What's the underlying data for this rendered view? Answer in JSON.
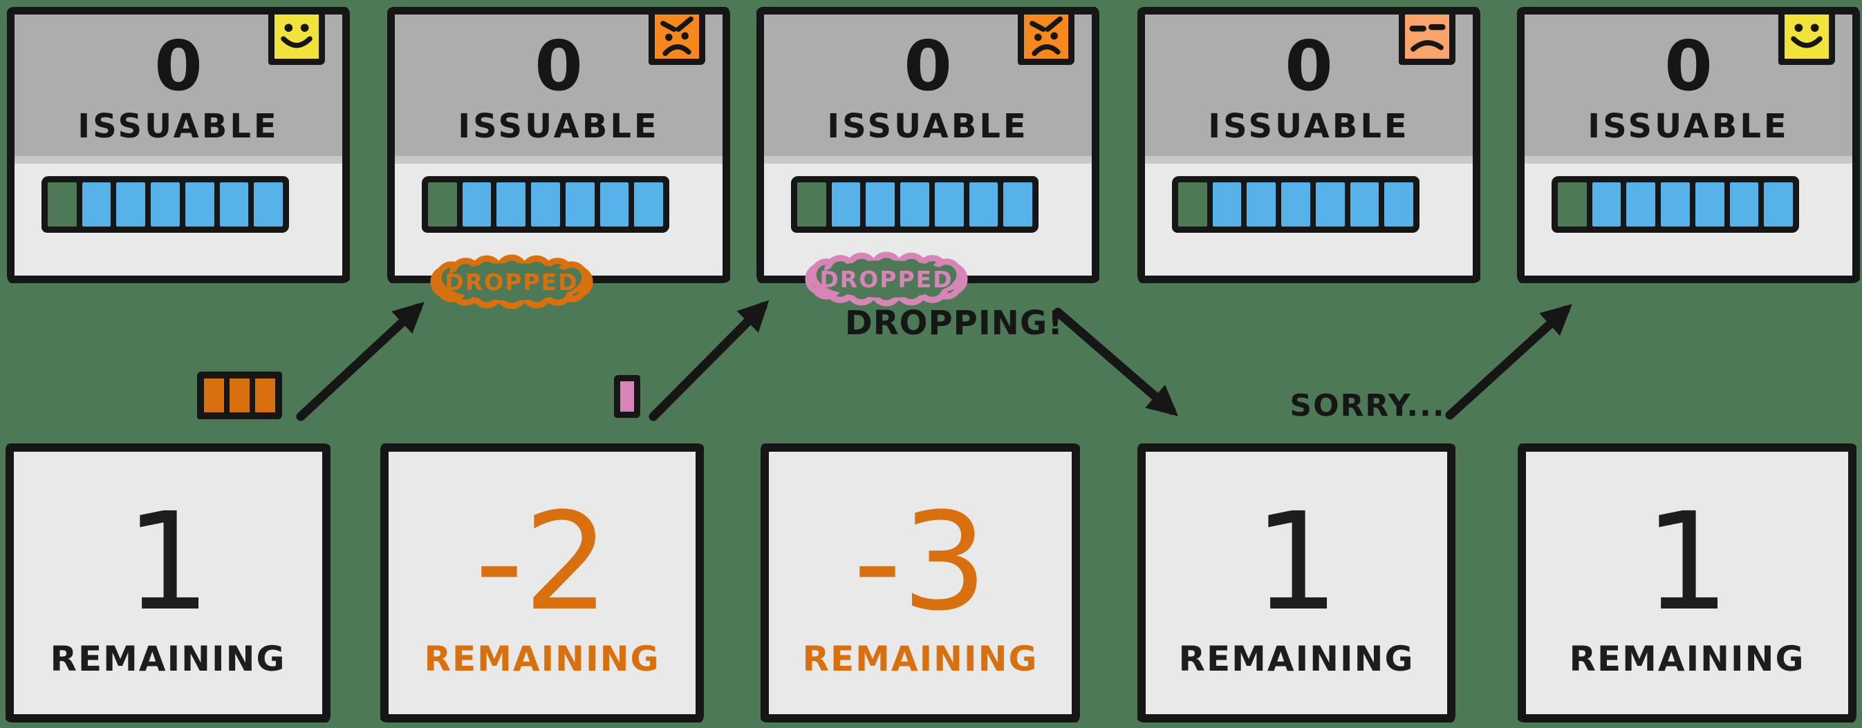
{
  "background_color": "#4d7956",
  "colors": {
    "ink_black": "#161616",
    "card_light_gray": "#e9e9e9",
    "card_top_gray": "#adadad",
    "bar_blue": "#57b2e9",
    "face_yellow": "#f2e33c",
    "face_orange": "#f6881e",
    "face_salmon": "#f9a46c",
    "accent_orange": "#d8700f",
    "accent_pink": "#d784b7"
  },
  "panels": [
    {
      "issuable_value": "0",
      "issuable_label": "ISSUABLE",
      "face": "smiley",
      "bar": {
        "total_cells": 7,
        "filled_cells": 6
      },
      "remaining_value": "1",
      "remaining_label": "REMAINING",
      "remaining_color": "#1d1d1d"
    },
    {
      "issuable_value": "0",
      "issuable_label": "ISSUABLE",
      "face": "angry",
      "bar": {
        "total_cells": 7,
        "filled_cells": 6
      },
      "badge": {
        "label": "DROPPED",
        "color": "#d8700f"
      },
      "remaining_value": "-2",
      "remaining_label": "REMAINING",
      "remaining_color": "#d8700f"
    },
    {
      "issuable_value": "0",
      "issuable_label": "ISSUABLE",
      "face": "angry",
      "bar": {
        "total_cells": 7,
        "filled_cells": 6
      },
      "badge": {
        "label": "DROPPED",
        "color": "#d784b7"
      },
      "remaining_value": "-3",
      "remaining_label": "REMAINING",
      "remaining_color": "#d8700f"
    },
    {
      "issuable_value": "0",
      "issuable_label": "ISSUABLE",
      "face": "unamused",
      "bar": {
        "total_cells": 7,
        "filled_cells": 6
      },
      "remaining_value": "1",
      "remaining_label": "REMAINING",
      "remaining_color": "#1d1d1d"
    },
    {
      "issuable_value": "0",
      "issuable_label": "ISSUABLE",
      "face": "smiley",
      "bar": {
        "total_cells": 7,
        "filled_cells": 6
      },
      "remaining_value": "1",
      "remaining_label": "REMAINING",
      "remaining_color": "#1d1d1d"
    }
  ],
  "annotations": {
    "dropping_label": "DROPPING!",
    "sorry_label": "SORRY...",
    "token_block_1": {
      "cells": 3,
      "color": "#d8700f"
    },
    "token_block_2": {
      "cells": 1,
      "color": "#d784b7"
    }
  }
}
